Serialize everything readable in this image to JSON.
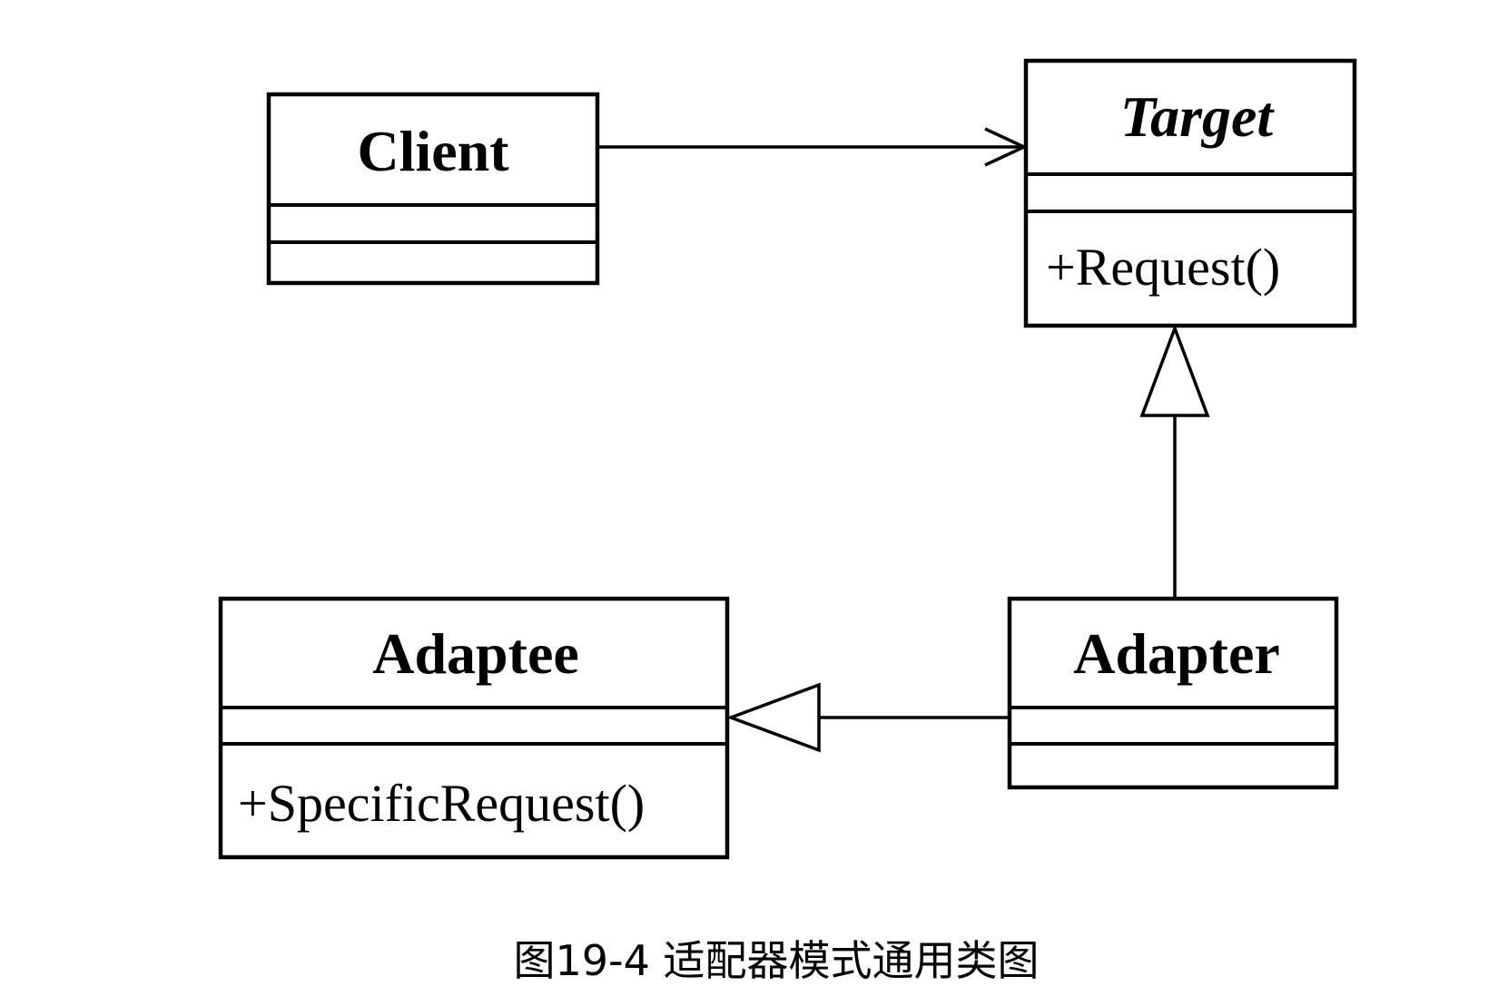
{
  "classes": {
    "client": {
      "name": "Client"
    },
    "target": {
      "name": "Target",
      "operation": "+Request()"
    },
    "adaptee": {
      "name": "Adaptee",
      "operation": "+SpecificRequest()"
    },
    "adapter": {
      "name": "Adapter"
    }
  },
  "relationships": [
    {
      "from": "Client",
      "to": "Target",
      "type": "association"
    },
    {
      "from": "Adapter",
      "to": "Target",
      "type": "generalization"
    },
    {
      "from": "Adapter",
      "to": "Adaptee",
      "type": "generalization"
    }
  ],
  "caption": "图19-4 适配器模式通用类图"
}
